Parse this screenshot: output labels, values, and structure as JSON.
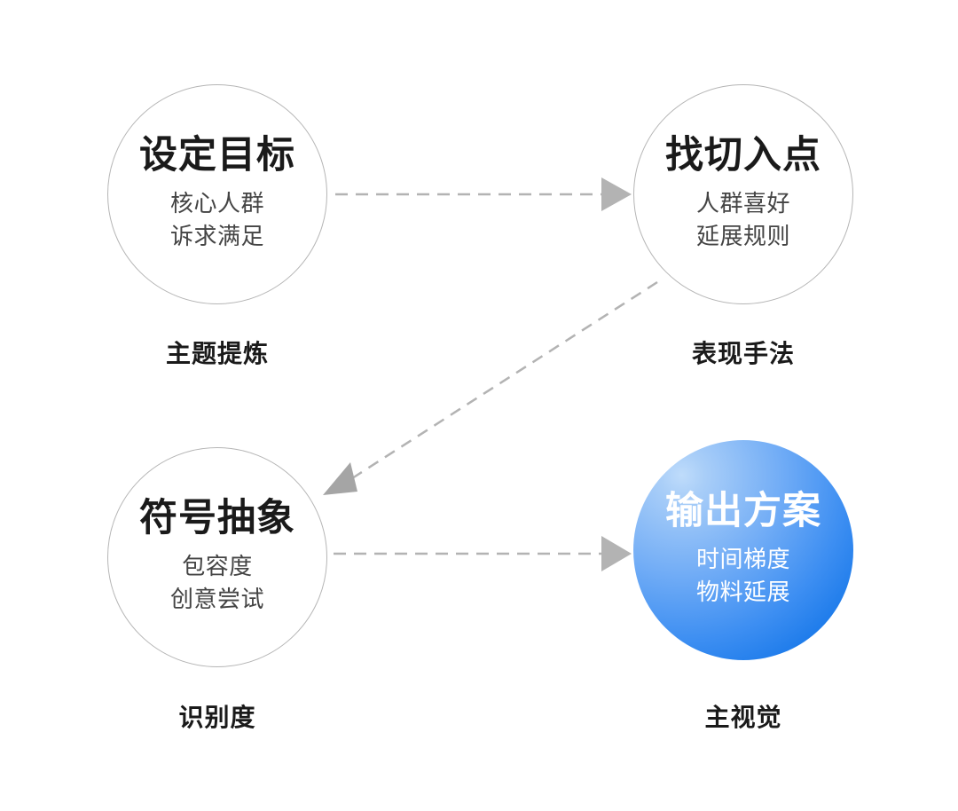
{
  "diagram": {
    "title_text": "",
    "background_color": "#ffffff",
    "stroke_color": "#b5b5b5",
    "accent_color": "#1677e8",
    "accent_light_color": "#a9cef8",
    "arrow_color": "#b3b3b3",
    "nodes": [
      {
        "id": "node-set-goal",
        "title": "设定目标",
        "lines": [
          "核心人群",
          "诉求满足"
        ],
        "caption": "主题提炼",
        "style": "outline"
      },
      {
        "id": "node-find-entry",
        "title": "找切入点",
        "lines": [
          "人群喜好",
          "延展规则"
        ],
        "caption": "表现手法",
        "style": "outline"
      },
      {
        "id": "node-symbol-abstract",
        "title": "符号抽象",
        "lines": [
          "包容度",
          "创意尝试"
        ],
        "caption": "识别度",
        "style": "outline"
      },
      {
        "id": "node-output-plan",
        "title": "输出方案",
        "lines": [
          "时间梯度",
          "物料延展"
        ],
        "caption": "主视觉",
        "style": "filled"
      }
    ],
    "connectors": [
      {
        "id": "connector-goal-to-entry",
        "from": "node-set-goal",
        "to": "node-find-entry",
        "style": "dashed",
        "arrowhead": "triangle"
      },
      {
        "id": "connector-entry-to-symbol",
        "from": "node-find-entry",
        "to": "node-symbol-abstract",
        "style": "dashed",
        "arrowhead": "triangle"
      },
      {
        "id": "connector-symbol-to-output",
        "from": "node-symbol-abstract",
        "to": "node-output-plan",
        "style": "dashed",
        "arrowhead": "triangle"
      }
    ]
  }
}
